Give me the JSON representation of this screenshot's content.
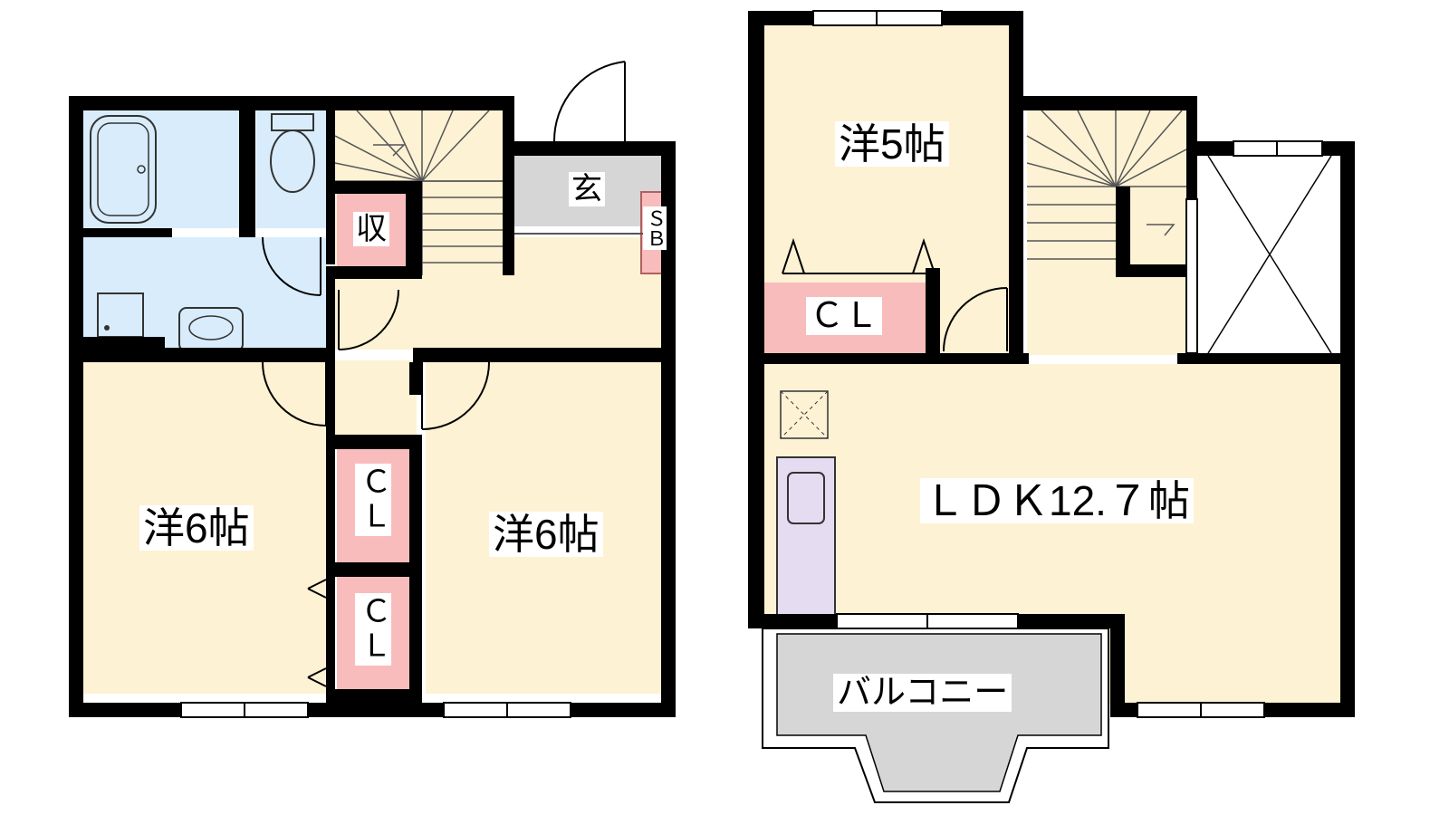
{
  "floor_1": {
    "room_west": "洋6帖",
    "room_east": "洋6帖",
    "closet_upper": "ＣＬ",
    "closet_lower": "ＣＬ",
    "storage": "収",
    "entrance": "玄",
    "shoe_box": "ＳＢ"
  },
  "floor_2": {
    "room_north": "洋5帖",
    "closet": "ＣＬ",
    "ldk": "ＬＤＫ12.７帖",
    "balcony": "バルコニー"
  },
  "colors": {
    "room": "#fdf2d4",
    "wet_area": "#d9ecfb",
    "closet": "#f9bcbc",
    "entrance": "#d6d6d6",
    "balcony": "#d6d6d6",
    "kitchen": "#e6dcf2",
    "wall": "#000000"
  }
}
